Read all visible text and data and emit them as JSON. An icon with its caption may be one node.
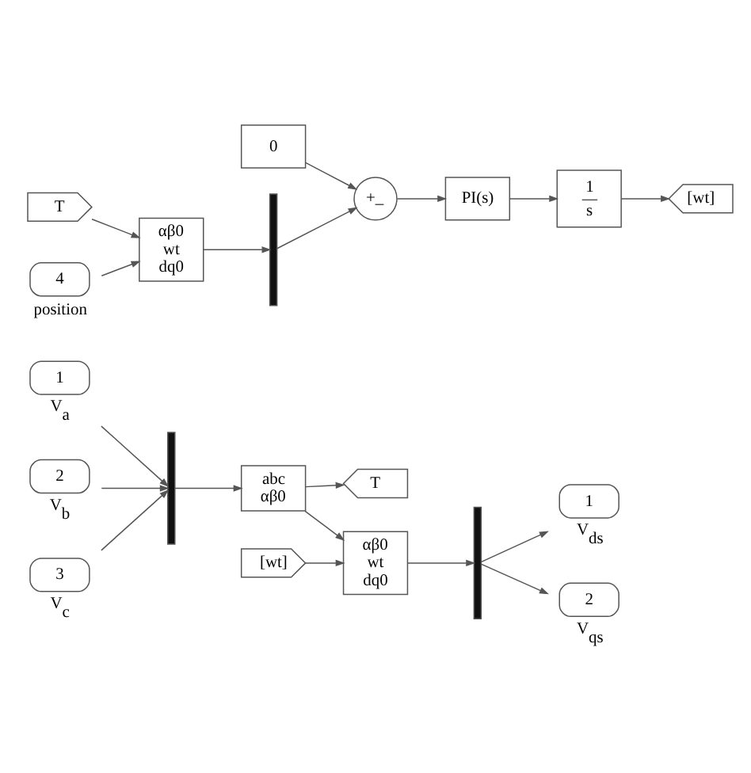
{
  "diagram": {
    "nodes": [
      {
        "text": [
          "1"
        ],
        "beside": [
          "V$_{a}$"
        ]
      },
      {
        "text": [
          "2"
        ],
        "beside": [
          "V$_{b}$"
        ]
      },
      {
        "text": [
          "3"
        ],
        "beside": [
          "V$_{c}$"
        ]
      },
      {
        "text": [],
        "shape": "bar"
      },
      {
        "text": [
          "abc",
          "αβ0"
        ]
      },
      {
        "text": [
          "T"
        ]
      },
      {
        "text": [
          "αβ0",
          "wt",
          "dq0"
        ]
      },
      {
        "text": [],
        "shape": "bar"
      },
      {
        "text": [
          "1"
        ],
        "beside": [
          "V$_{ds}$"
        ]
      },
      {
        "text": [
          "2"
        ],
        "beside": [
          "V$_{qs}$"
        ]
      },
      {
        "text": [
          "[wt]"
        ]
      },
      {
        "text": [
          "0"
        ]
      },
      {
        "text": [
          "+",
          "_"
        ]
      },
      {
        "text": [
          "PI(s)"
        ]
      },
      {
        "text": [
          "1",
          "s"
        ]
      },
      {
        "text": [
          "[wt]"
        ]
      },
      {
        "text": [
          "T"
        ]
      },
      {
        "text": [
          "αβ0",
          "wt",
          "dq0"
        ]
      },
      {
        "text": [],
        "shape": "bar"
      },
      {
        "text": [
          "4"
        ],
        "beside": [
          "position"
        ]
      }
    ],
    "edges": [
      {
        "from": 0,
        "to": 3,
        "arrow": "to"
      },
      {
        "from": 1,
        "to": 3,
        "arrow": "to"
      },
      {
        "from": 2,
        "to": 3,
        "arrow": "to"
      },
      {
        "from": 3,
        "to": 4,
        "arrow": "to"
      },
      {
        "from": 4,
        "to": 5,
        "arrow": "to"
      },
      {
        "from": 4,
        "to": 6,
        "arrow": "to"
      },
      {
        "from": 10,
        "to": 6,
        "arrow": "to"
      },
      {
        "from": 6,
        "to": 7,
        "arrow": "to"
      },
      {
        "from": 7,
        "to": 8,
        "arrow": "to"
      },
      {
        "from": 7,
        "to": 9,
        "arrow": "to"
      },
      {
        "from": 11,
        "to": 12,
        "arrow": "to"
      },
      {
        "from": 18,
        "to": 12,
        "arrow": "to"
      },
      {
        "from": 12,
        "to": 13,
        "arrow": "to"
      },
      {
        "from": 13,
        "to": 14,
        "arrow": "to"
      },
      {
        "from": 14,
        "to": 15,
        "arrow": "to"
      },
      {
        "from": 16,
        "to": 17,
        "arrow": "to"
      },
      {
        "from": 19,
        "to": 17,
        "arrow": "to"
      },
      {
        "from": 17,
        "to": 18,
        "arrow": "to"
      }
    ]
  }
}
